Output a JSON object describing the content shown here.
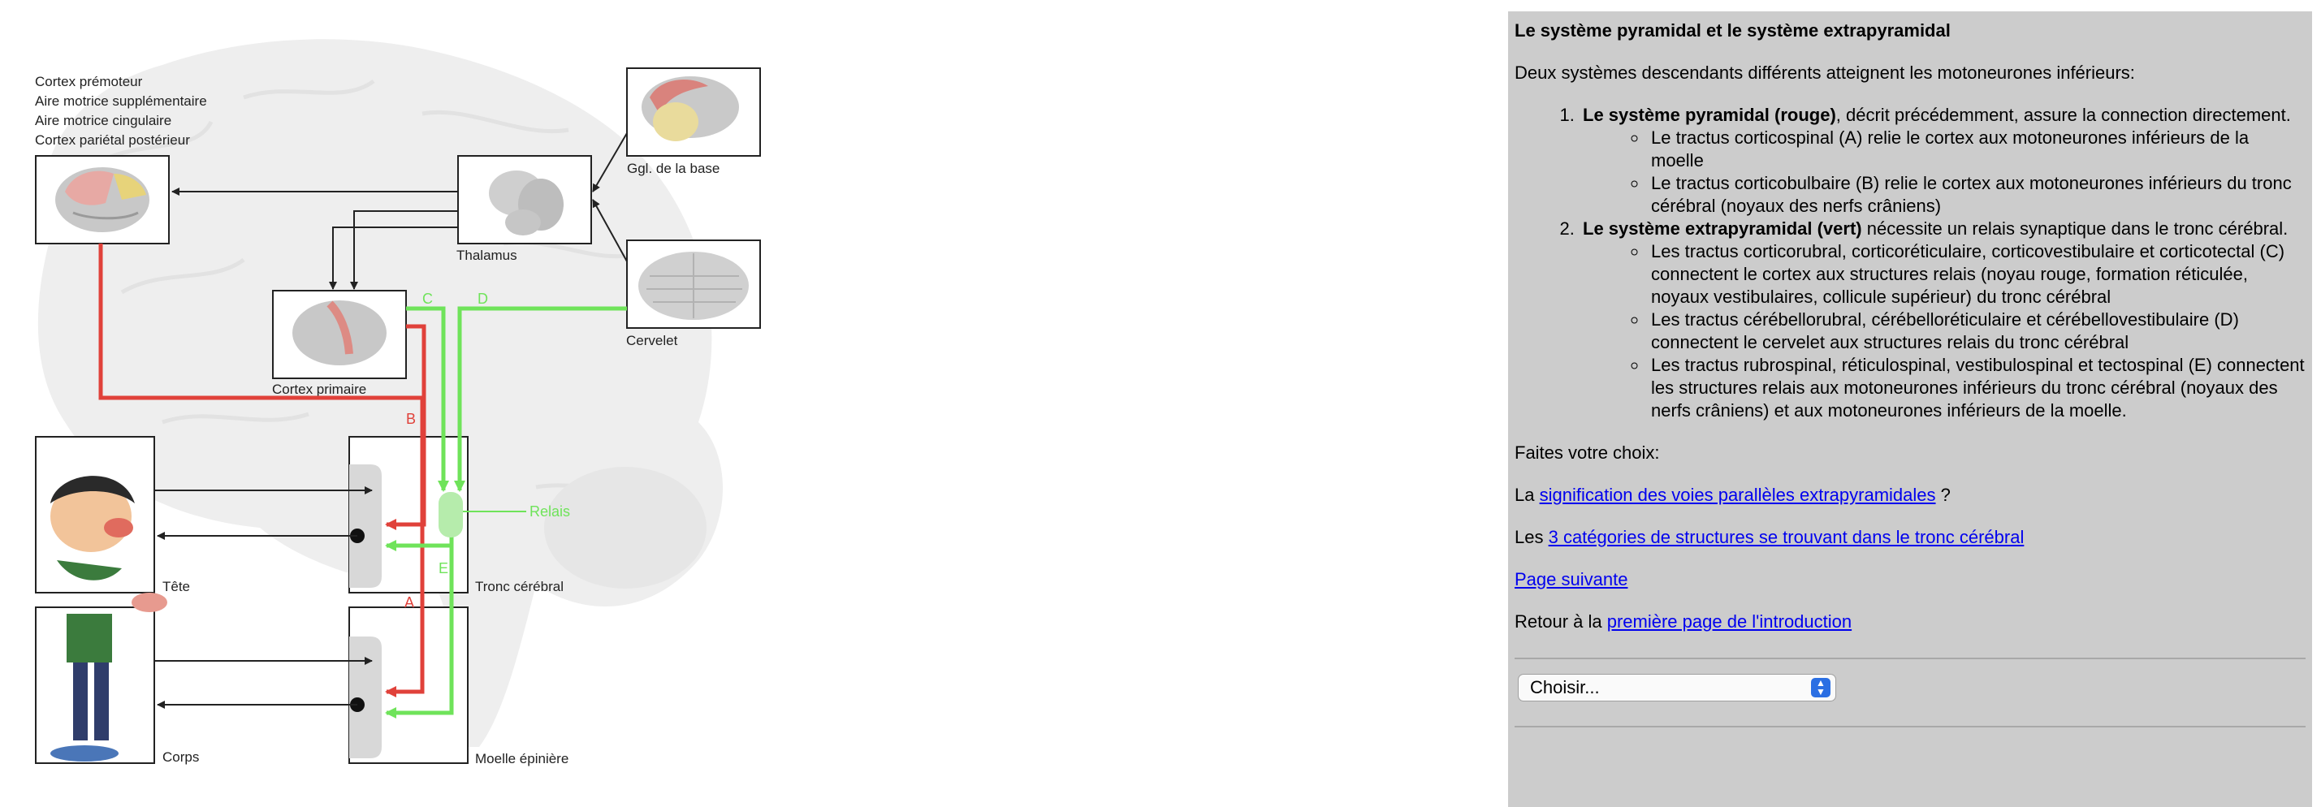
{
  "diagram": {
    "cortex_areas": [
      "Cortex prémoteur",
      "Aire motrice supplémentaire",
      "Aire motrice cingulaire",
      "Cortex pariétal postérieur"
    ],
    "labels": {
      "ggl_base": "Ggl. de la base",
      "thalamus": "Thalamus",
      "cervelet": "Cervelet",
      "cortex_primaire": "Cortex primaire",
      "tete": "Tête",
      "corps": "Corps",
      "tronc_cerebral": "Tronc cérébral",
      "moelle_epiniere": "Moelle épinière",
      "relais": "Relais"
    },
    "tract_letters": {
      "a": "A",
      "b": "B",
      "c": "C",
      "d": "D",
      "e": "E"
    },
    "colors": {
      "pyramidal": "#e0413a",
      "extrapyramidal": "#6fe35a",
      "brain": "#eeeeee"
    }
  },
  "panel": {
    "title": "Le système pyramidal et le système extrapyramidal",
    "intro": "Deux systèmes descendants différents atteignent les motoneurones inférieurs:",
    "items": [
      {
        "bold": "Le système pyramidal (rouge)",
        "text": ", décrit précédemment, assure la connection directement.",
        "sub": [
          "Le tractus corticospinal (A) relie le cortex aux motoneurones inférieurs de la moelle",
          "Le tractus corticobulbaire (B) relie le cortex aux motoneurones inférieurs du tronc cérébral (noyaux des nerfs crâniens)"
        ]
      },
      {
        "bold": "Le système extrapyramidal (vert)",
        "text": " nécessite un relais synaptique dans le tronc cérébral.",
        "sub": [
          "Les tractus corticorubral, corticoréticulaire, corticovestibulaire et corticotectal (C) connectent le cortex aux structures relais (noyau rouge, formation réticulée, noyaux vestibulaires, collicule supérieur) du tronc cérébral",
          "Les tractus cérébellorubral, cérébelloréticulaire et cérébellovestibulaire (D) connectent le cervelet aux structures relais du tronc cérébral",
          "Les tractus rubrospinal, réticulospinal, vestibulospinal et tectospinal (E) connectent les structures relais aux motoneurones inférieurs du tronc cérébral (noyaux des nerfs crâniens) et aux motoneurones inférieurs de la moelle."
        ]
      }
    ],
    "choice_prompt": "Faites votre choix:",
    "choice1_prefix": "La ",
    "choice1_link": "signification des voies parallèles extrapyramidales",
    "choice1_suffix": " ?",
    "choice2_prefix": "Les ",
    "choice2_link": "3 catégories de structures se trouvant dans le tronc cérébral",
    "next_link": "Page suivante",
    "back_prefix": "Retour à la ",
    "back_link": "première page de l'introduction",
    "select_value": "Choisir..."
  }
}
